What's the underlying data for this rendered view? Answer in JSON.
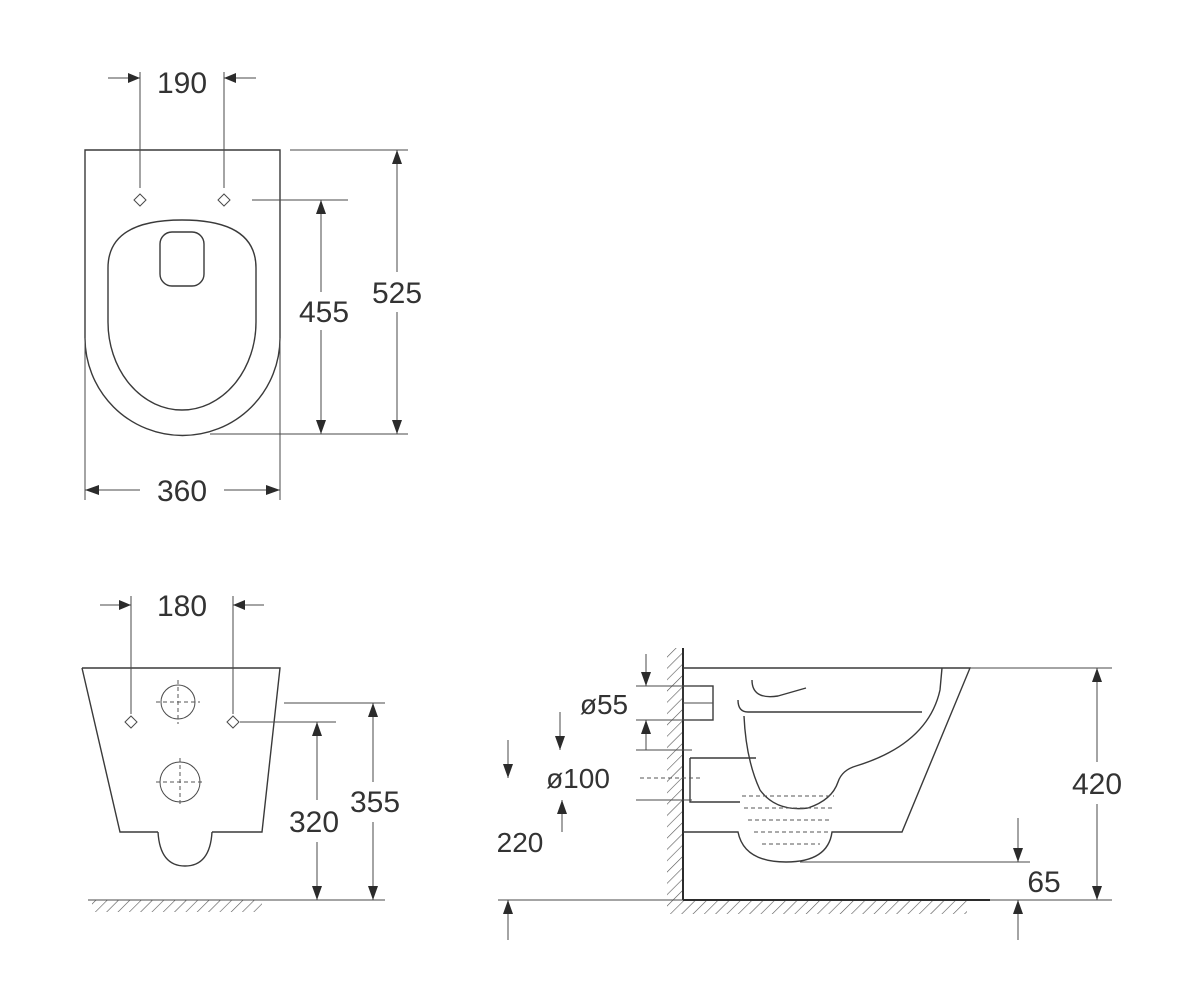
{
  "top_view": {
    "dim_hole_spacing": "190",
    "dim_inner_length": "455",
    "dim_total_length": "525",
    "dim_width": "360"
  },
  "front_view": {
    "dim_hole_spacing": "180",
    "dim_hole_height": "320",
    "dim_top_height": "355"
  },
  "side_view": {
    "dim_inlet_diameter": "ø55",
    "dim_outlet_diameter": "ø100",
    "dim_outlet_height": "220",
    "dim_total_height": "420",
    "dim_bottom_clearance": "65"
  },
  "colors": {
    "line": "#3a3a3a",
    "text": "#333333",
    "background": "#ffffff"
  }
}
